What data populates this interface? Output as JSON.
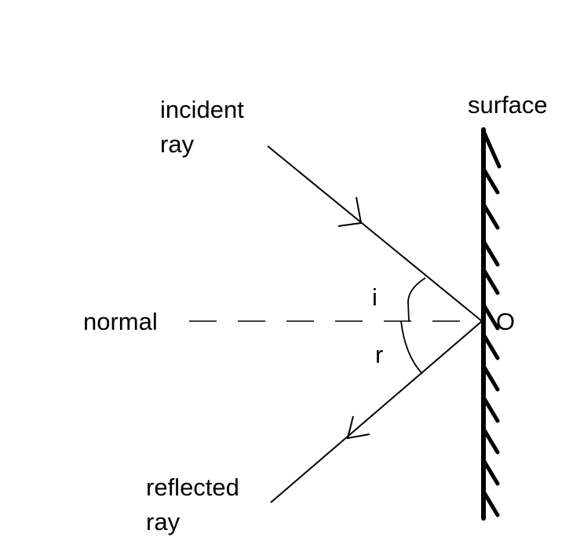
{
  "labels": {
    "incident_line1": "incident",
    "incident_line2": "ray",
    "reflected_line1": "reflected",
    "reflected_line2": "ray",
    "surface": "surface",
    "normal": "normal",
    "angle_incidence": "i",
    "angle_reflection": "r",
    "point": "O"
  },
  "colors": {
    "ink": "#000000",
    "background": "#ffffff"
  }
}
